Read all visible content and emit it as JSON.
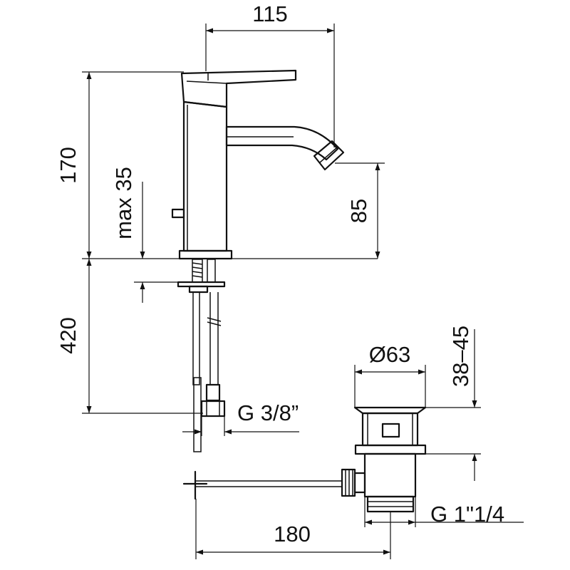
{
  "dimensions": {
    "spout_reach": "115",
    "total_height": "170",
    "max_deck_thickness": "max 35",
    "spout_height": "85",
    "hose_length": "420",
    "connection_thread": "G 3/8”",
    "waste_diameter": "Ø63",
    "waste_range": "38–45",
    "waste_thread": "G 1\"1/4",
    "rod_length": "180"
  }
}
